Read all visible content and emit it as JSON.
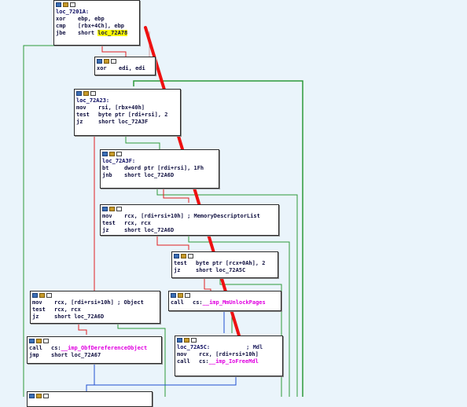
{
  "blocks": {
    "b1": {
      "label": "loc_7201A:",
      "lines": [
        {
          "op": "xor",
          "args": "ebp, ebp"
        },
        {
          "op": "cmp",
          "args": "[rbx+4Ch], ebp"
        },
        {
          "op": "jbe",
          "args": "short ",
          "target": "loc_72A78"
        }
      ]
    },
    "b2": {
      "lines": [
        {
          "op": "xor",
          "args": "edi, edi"
        }
      ]
    },
    "b3": {
      "label": "loc_72A23:",
      "lines": [
        {
          "op": "mov",
          "args": "rsi, [rbx+40h]"
        },
        {
          "op": "test",
          "args": "byte ptr [rdi+rsi], 2"
        },
        {
          "op": "jz",
          "args": "short loc_72A3F"
        }
      ]
    },
    "b4": {
      "label": "loc_72A3F:",
      "lines": [
        {
          "op": "bt",
          "args": "dword ptr [rdi+rsi], 1Fh"
        },
        {
          "op": "jnb",
          "args": "short loc_72A6D"
        }
      ]
    },
    "b5": {
      "lines": [
        {
          "op": "mov",
          "args": "rcx, [rdi+rsi+10h] ; MemoryDescriptorList"
        },
        {
          "op": "test",
          "args": "rcx, rcx"
        },
        {
          "op": "jz",
          "args": "short loc_72A6D"
        }
      ]
    },
    "b6": {
      "lines": [
        {
          "op": "test",
          "args": "byte ptr [rcx+0Ah], 2"
        },
        {
          "op": "jz",
          "args": "short loc_72A5C"
        }
      ]
    },
    "b7": {
      "lines": [
        {
          "op": "call",
          "args": "cs:",
          "imp": "__imp_MmUnlockPages"
        }
      ]
    },
    "b8": {
      "lines": [
        {
          "op": "mov",
          "args": "rcx, [rdi+rsi+10h] ; Object"
        },
        {
          "op": "test",
          "args": "rcx, rcx"
        },
        {
          "op": "jz",
          "args": "short loc_72A6D"
        }
      ]
    },
    "b9": {
      "lines": [
        {
          "op": "call",
          "args": "cs:",
          "imp": "__imp_ObfDereferenceObject"
        },
        {
          "op": "jmp",
          "args": "short loc_72A67"
        }
      ]
    },
    "b10": {
      "label": "loc_72A5C:",
      "comment": "; Mdl",
      "lines": [
        {
          "op": "mov",
          "args": "rcx, [rdi+rsi+10h]"
        },
        {
          "op": "call",
          "args": "cs:",
          "imp": "__imp_IoFreeMdl"
        }
      ]
    }
  },
  "colors": {
    "bg": "#eaf4fb",
    "edge_green": "#2d9a3a",
    "edge_red": "#e02020",
    "edge_blue": "#2050d0",
    "edge_black": "#202020",
    "highlight": "#ffff00",
    "imp": "#e000e0",
    "annotation": "#ee1111"
  }
}
